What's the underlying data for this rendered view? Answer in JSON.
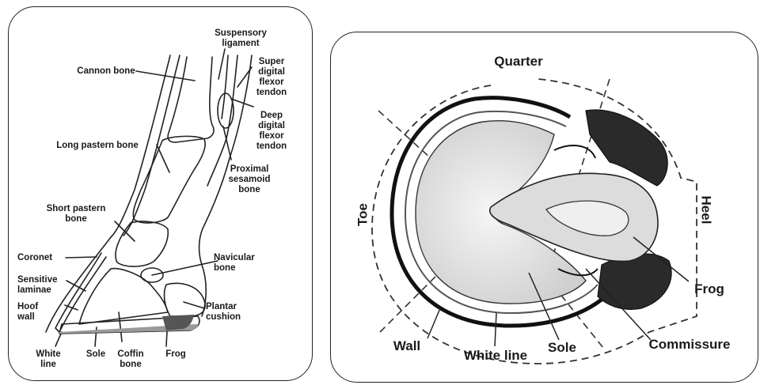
{
  "left_diagram": {
    "labels": {
      "suspensory_ligament": "Suspensory\nligament",
      "cannon_bone": "Cannon bone",
      "super_digital_flexor_tendon": "Super\ndigital\nflexor\ntendon",
      "deep_digital_flexor_tendon": "Deep\ndigital\nflexor\ntendon",
      "long_pastern_bone": "Long pastern bone",
      "proximal_sesamoid_bone": "Proximal\nsesamoid\nbone",
      "short_pastern_bone": "Short pastern\nbone",
      "coronet": "Coronet",
      "navicular_bone": "Navicular\nbone",
      "sensitive_laminae": "Sensitive\nlaminae",
      "hoof_wall": "Hoof\nwall",
      "plantar_cushion": "Plantar\ncushion",
      "white_line": "White\nline",
      "sole": "Sole",
      "coffin_bone": "Coffin\nbone",
      "frog": "Frog"
    }
  },
  "right_diagram": {
    "labels": {
      "quarter": "Quarter",
      "toe": "Toe",
      "heel": "Heel",
      "frog": "Frog",
      "wall": "Wall",
      "white_line": "White line",
      "sole": "Sole",
      "commissure": "Commissure"
    }
  }
}
